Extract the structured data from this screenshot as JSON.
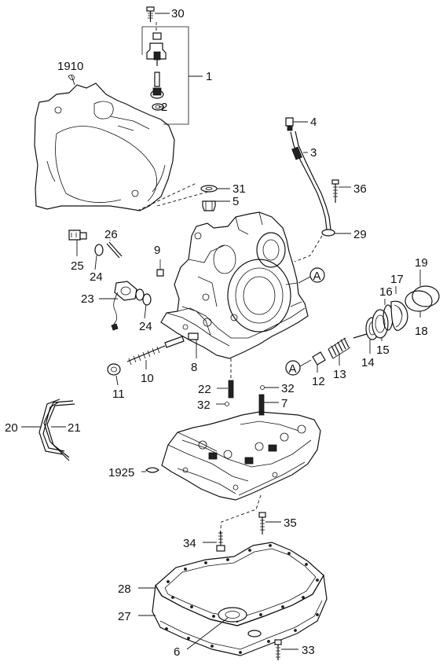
{
  "labels": {
    "l30": "30",
    "l1": "1",
    "l2": "2",
    "l1910": "1910",
    "l4": "4",
    "l3": "3",
    "l31": "31",
    "l5": "5",
    "l36": "36",
    "l29": "29",
    "l26": "26",
    "l9": "9",
    "l25": "25",
    "l24a": "24",
    "l24b": "24",
    "l23": "23",
    "lA1": "A",
    "l19": "19",
    "l17": "17",
    "l16": "16",
    "l18": "18",
    "l15": "15",
    "l14": "14",
    "l13": "13",
    "l12": "12",
    "lA2": "A",
    "l8": "8",
    "l10": "10",
    "l11": "11",
    "l22": "22",
    "l32a": "32",
    "l32b": "32",
    "l7": "7",
    "l20": "20",
    "l21": "21",
    "l1925": "1925",
    "l35": "35",
    "l34": "34",
    "l28": "28",
    "l27": "27",
    "l6": "6",
    "l33": "33"
  }
}
